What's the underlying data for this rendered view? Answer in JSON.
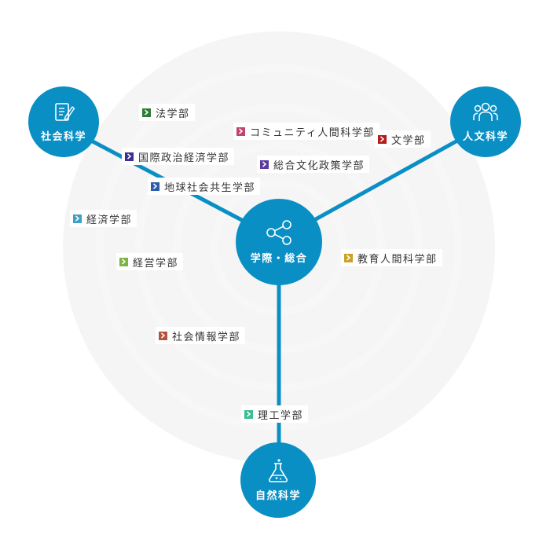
{
  "colors": {
    "hub": "#0a8fc5",
    "connector": "#0a8fc5",
    "ring_fill": "#ededed",
    "ring_stroke": "#f7f7f7"
  },
  "hubs": {
    "social": {
      "label": "社会科学",
      "icon": "document-pen-icon"
    },
    "humanities": {
      "label": "人文科学",
      "icon": "people-group-icon"
    },
    "center": {
      "label": "学際・総合",
      "icon": "share-nodes-icon"
    },
    "natural": {
      "label": "自然科学",
      "icon": "flask-icon"
    }
  },
  "faculties": [
    {
      "id": "law",
      "label": "法学部",
      "color": "#2e7d32"
    },
    {
      "id": "community",
      "label": "コミュニティ人間科学部",
      "color": "#c0456a"
    },
    {
      "id": "letters",
      "label": "文学部",
      "color": "#b71c1c"
    },
    {
      "id": "intl-politics",
      "label": "国際政治経済学部",
      "color": "#3b2f8f"
    },
    {
      "id": "integrated-culture",
      "label": "総合文化政策学部",
      "color": "#5a3c9e"
    },
    {
      "id": "global-social",
      "label": "地球社会共生学部",
      "color": "#2a5caa"
    },
    {
      "id": "economics",
      "label": "経済学部",
      "color": "#3f9fc4"
    },
    {
      "id": "education",
      "label": "教育人間科学部",
      "color": "#c9a227"
    },
    {
      "id": "business",
      "label": "経営学部",
      "color": "#7cb342"
    },
    {
      "id": "social-informatics",
      "label": "社会情報学部",
      "color": "#b5533c"
    },
    {
      "id": "science-eng",
      "label": "理工学部",
      "color": "#3bbf8e"
    }
  ]
}
